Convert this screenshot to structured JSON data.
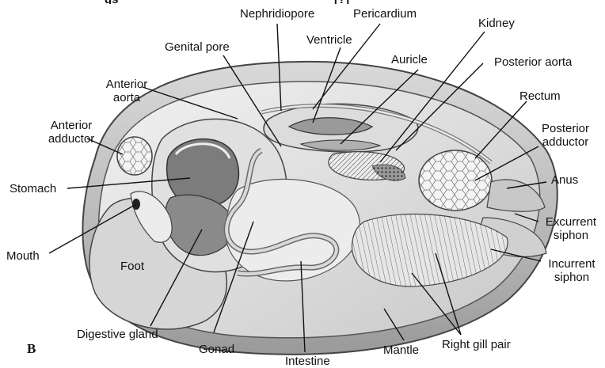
{
  "figure": {
    "panel_letter": "B",
    "caption_partial": "gs",
    "caption_bracket": "[?]",
    "labels": {
      "nephridiopore": "Nephridiopore",
      "pericardium": "Pericardium",
      "kidney": "Kidney",
      "genital_pore": "Genital pore",
      "ventricle": "Ventricle",
      "auricle": "Auricle",
      "posterior_aorta": "Posterior aorta",
      "anterior_aorta": "Anterior\naorta",
      "rectum": "Rectum",
      "anterior_adductor": "Anterior\nadductor",
      "posterior_adductor": "Posterior\nadductor",
      "stomach": "Stomach",
      "anus": "Anus",
      "excurrent_siphon": "Excurrent\nsiphon",
      "mouth": "Mouth",
      "foot": "Foot",
      "incurrent_siphon": "Incurrent\nsiphon",
      "digestive_gland": "Digestive gland",
      "gonad": "Gonad",
      "right_gill_pair": "Right gill pair",
      "mantle": "Mantle",
      "intestine": "Intestine"
    }
  }
}
